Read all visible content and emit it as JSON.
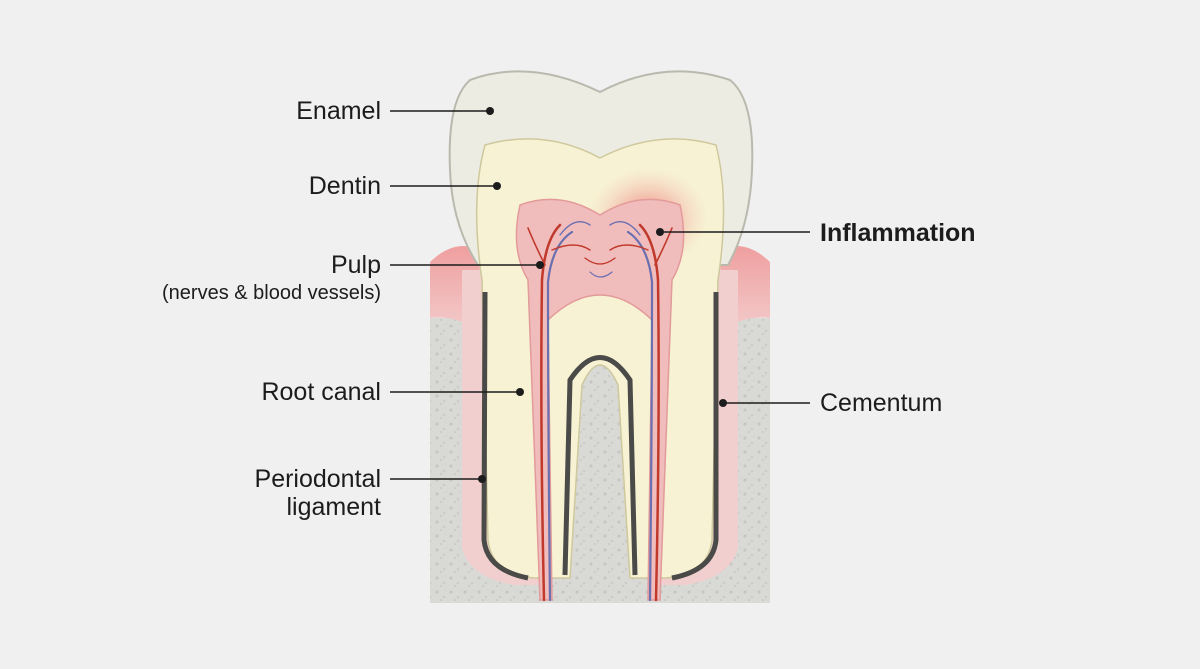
{
  "labels": {
    "enamel": "Enamel",
    "dentin": "Dentin",
    "pulp": "Pulp",
    "pulp_sub": "(nerves & blood vessels)",
    "root_canal": "Root canal",
    "periodontal_1": "Periodontal",
    "periodontal_2": "ligament",
    "inflammation": "Inflammation",
    "cementum": "Cementum"
  },
  "colors": {
    "background": "#f0f0f0",
    "enamel": "#efefe6",
    "dentin": "#f6f1cf",
    "pulp": "#f1c2bf",
    "inflammation": "#f06a6a",
    "gum": "#efb7b5",
    "bone": "#d7d7d4",
    "cementum": "#4a4a48",
    "artery": "#c0392b",
    "vein": "#6a6fb0"
  }
}
